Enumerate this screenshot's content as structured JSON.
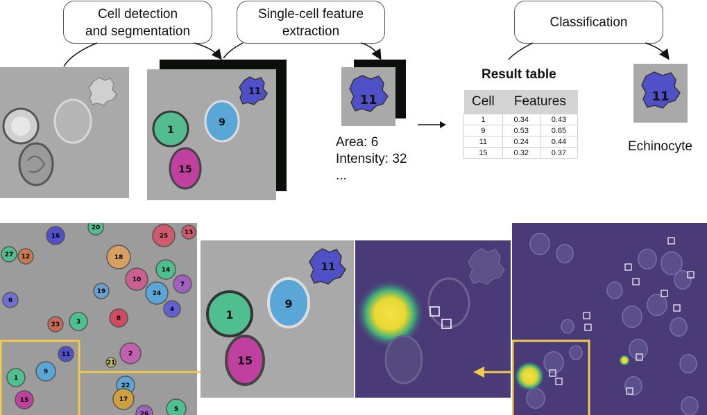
{
  "callouts": {
    "detection_line1": "Cell detection",
    "detection_line2": "and segmentation",
    "feature_line1": "Single-cell feature",
    "feature_line2": "extraction",
    "classification": "Classification"
  },
  "result_table": {
    "title": "Result table",
    "headers": [
      "Cell",
      "Features"
    ],
    "rows": [
      [
        "1",
        "0.34",
        "0.43"
      ],
      [
        "9",
        "0.53",
        "0.65"
      ],
      [
        "11",
        "0.24",
        "0.44"
      ],
      [
        "15",
        "0.32",
        "0.37"
      ]
    ]
  },
  "features": {
    "area": "Area: 6",
    "intensity": "Intensity: 32",
    "more": "..."
  },
  "classification_result": "Echinocyte",
  "cell_labels": {
    "cell1": "1",
    "cell9": "9",
    "cell11": "11",
    "cell15": "15"
  },
  "overview_labels": [
    "16",
    "20",
    "25",
    "13",
    "27",
    "12",
    "18",
    "14",
    "10",
    "7",
    "6",
    "19",
    "24",
    "4",
    "8",
    "23",
    "3",
    "11",
    "2",
    "21",
    "1",
    "9",
    "22",
    "17",
    "15",
    "5",
    "26"
  ],
  "colors": {
    "highlight": "#f2c94c",
    "cell_green": "#4fbf8f",
    "cell_blue": "#5aa6d6",
    "cell_magenta": "#c040a0",
    "cell_purple": "#5050c8",
    "heatmap_bg": "#4a3a78"
  }
}
